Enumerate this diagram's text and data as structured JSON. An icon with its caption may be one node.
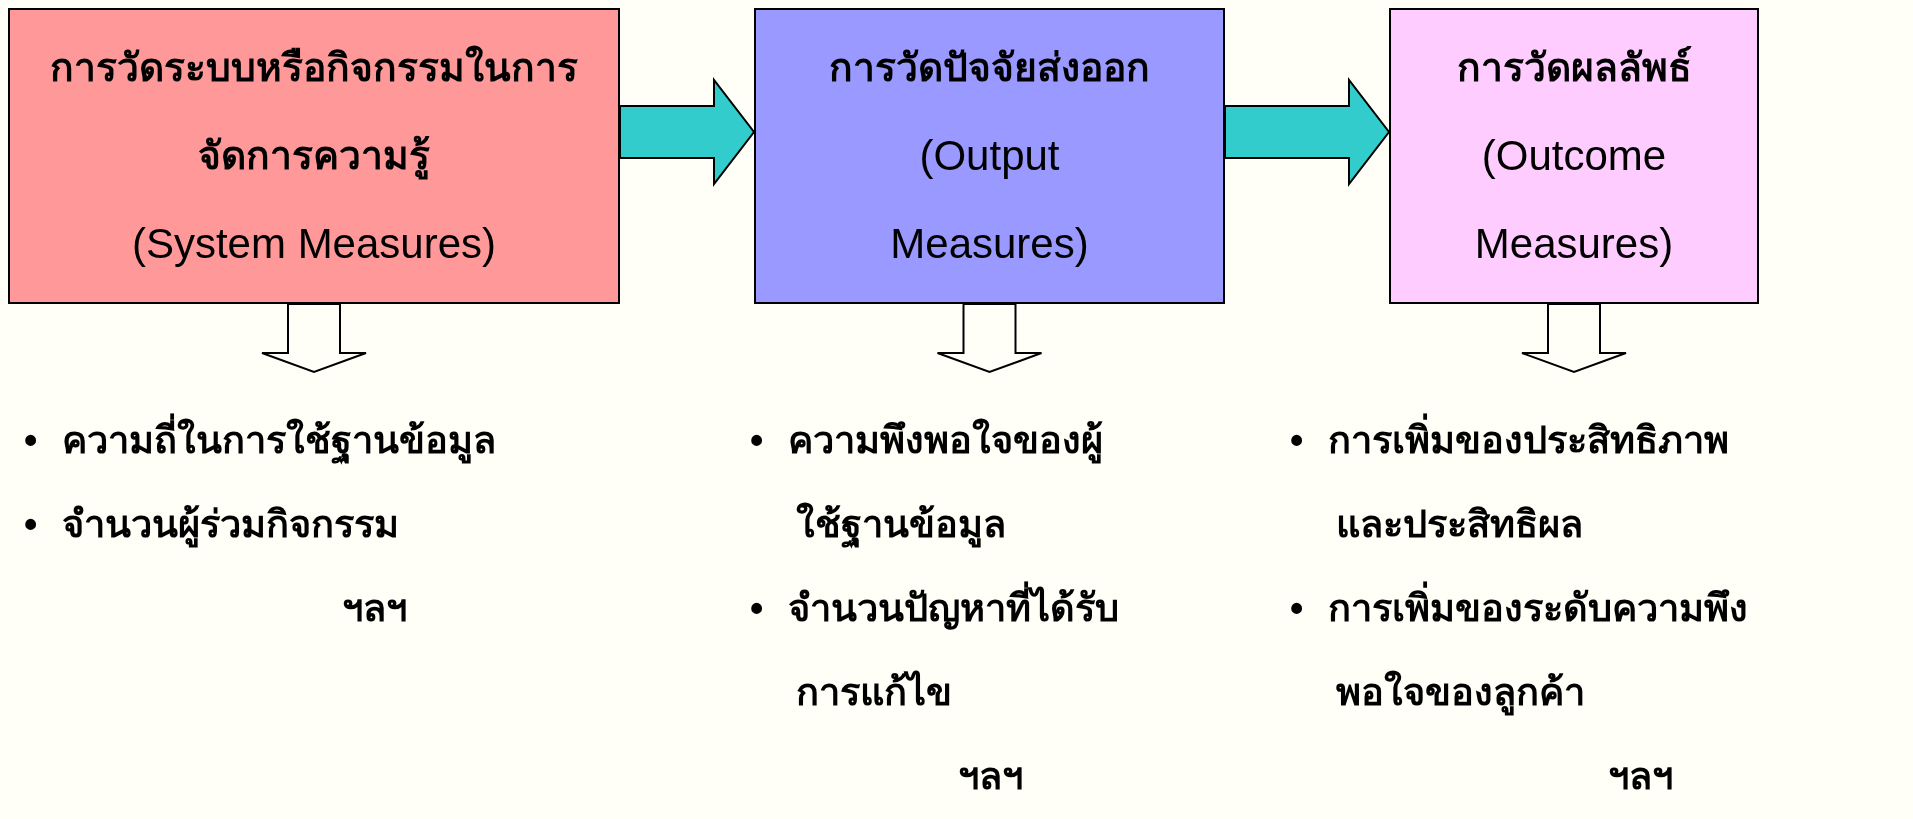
{
  "diagram": {
    "nodes": [
      {
        "text": [
          "การวัดระบบหรือกิจกรรมในการจัดการความรู้",
          "(System Measures)"
        ]
      },
      {
        "text": [
          "การวัดปัจจัยส่งออก",
          "(Output Measures)"
        ]
      },
      {
        "text": [
          "การวัดผลลัพธ์",
          "(Outcome Measures)"
        ]
      },
      {
        "text": [
          "• ความถี่ในการใช้ฐานข้อมูล",
          "• จำนวนผู้ร่วมกิจกรรม",
          "ฯลฯ"
        ]
      },
      {
        "text": [
          "• ความพึงพอใจของผู้ใช้ฐานข้อมูล",
          "• จำนวนปัญหาที่ได้รับการแก้ไข",
          "ฯลฯ"
        ]
      },
      {
        "text": [
          "• การเพิ่มของประสิทธิภาพและประสิทธิผล",
          "• การเพิ่มของระดับความพึงพอใจของลูกค้า",
          "ฯลฯ"
        ]
      }
    ],
    "edges": [
      {
        "from": 0,
        "to": 1,
        "arrow": "to",
        "color": "#33cccc"
      },
      {
        "from": 1,
        "to": 2,
        "arrow": "to",
        "color": "#33cccc"
      },
      {
        "from": 0,
        "to": 3,
        "arrow": "to"
      },
      {
        "from": 1,
        "to": 4,
        "arrow": "to"
      },
      {
        "from": 2,
        "to": 5,
        "arrow": "to"
      }
    ]
  }
}
